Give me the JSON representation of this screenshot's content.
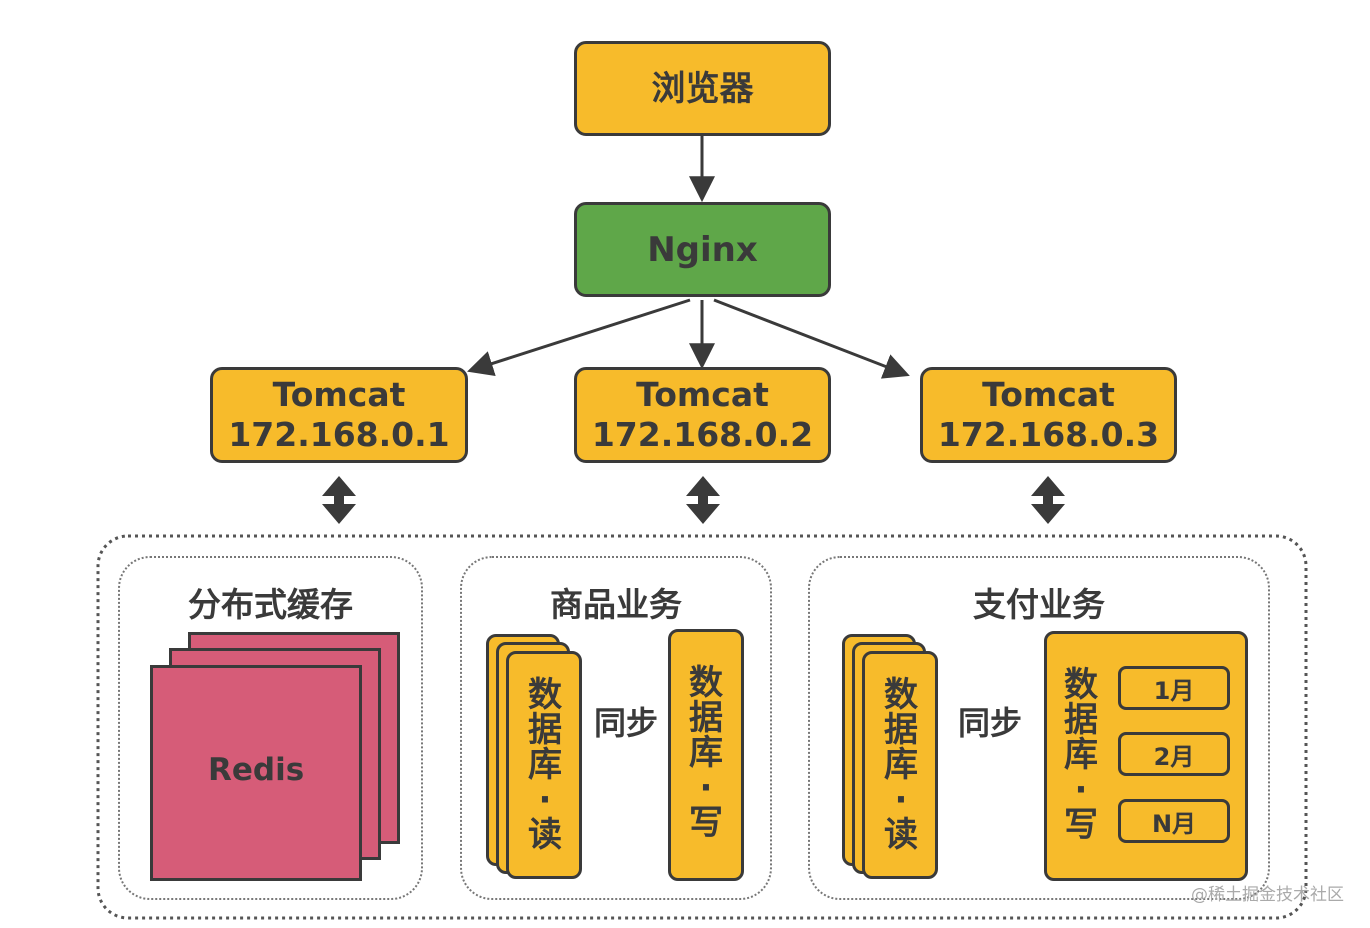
{
  "browser": {
    "label": "浏览器"
  },
  "nginx": {
    "label": "Nginx"
  },
  "tomcats": [
    {
      "name": "Tomcat",
      "ip": "172.168.0.1"
    },
    {
      "name": "Tomcat",
      "ip": "172.168.0.2"
    },
    {
      "name": "Tomcat",
      "ip": "172.168.0.3"
    }
  ],
  "cache": {
    "title": "分布式缓存",
    "redis_label": "Redis"
  },
  "product": {
    "title": "商品业务",
    "read_db": [
      "数",
      "据",
      "库",
      "·",
      "读"
    ],
    "write_db": [
      "数",
      "据",
      "库",
      "·",
      "写"
    ],
    "sync": "同步"
  },
  "payment": {
    "title": "支付业务",
    "read_db": [
      "数",
      "据",
      "库",
      "·",
      "读"
    ],
    "write_db": [
      "数",
      "据",
      "库",
      "·",
      "写"
    ],
    "sync": "同步",
    "months": [
      "1月",
      "2月",
      "N月"
    ]
  },
  "watermark": "@稀土掘金技术社区",
  "colors": {
    "node": "#f7bb2b",
    "nginx": "#5fa749",
    "redis": "#d65c78",
    "border": "#3a3a3a"
  }
}
